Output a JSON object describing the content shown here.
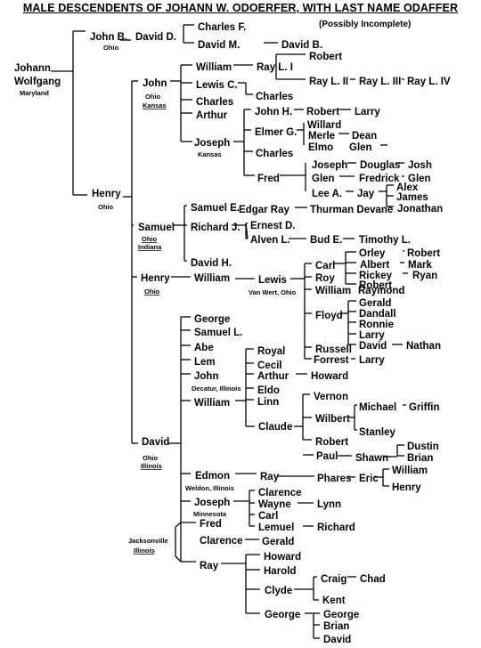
{
  "title": "MALE DESCENDENTS OF JOHANN W. ODOERFER, WITH LAST NAME ODAFFER",
  "subtitle": "(Possibly Incomplete)",
  "nodes": [
    {
      "id": "johann1",
      "text": "Johann"
    },
    {
      "id": "johann2",
      "text": "Wolfgang"
    },
    {
      "id": "johann_loc",
      "text": "Maryland",
      "style": "s"
    },
    {
      "id": "johnb",
      "text": "John B."
    },
    {
      "id": "johnb_loc",
      "text": "Ohio",
      "style": "s"
    },
    {
      "id": "davidd",
      "text": "David D."
    },
    {
      "id": "charlesf",
      "text": "Charles F."
    },
    {
      "id": "davidm",
      "text": "David M."
    },
    {
      "id": "davidb",
      "text": "David B."
    },
    {
      "id": "henry1",
      "text": "Henry"
    },
    {
      "id": "henry1_loc",
      "text": "Ohio",
      "style": "s"
    },
    {
      "id": "john2",
      "text": "John"
    },
    {
      "id": "john2_loc1",
      "text": "Ohio",
      "style": "s"
    },
    {
      "id": "john2_loc2",
      "text": "Kansas",
      "style": "su"
    },
    {
      "id": "william3",
      "text": "William"
    },
    {
      "id": "rayl1",
      "text": "Ray L. I"
    },
    {
      "id": "robert4",
      "text": "Robert"
    },
    {
      "id": "rayl2",
      "text": "Ray L. II"
    },
    {
      "id": "rayl3",
      "text": "Ray L. III"
    },
    {
      "id": "rayl4",
      "text": "Ray L. IV"
    },
    {
      "id": "lewisc",
      "text": "Lewis C."
    },
    {
      "id": "charles4",
      "text": "Charles"
    },
    {
      "id": "charles3",
      "text": "Charles"
    },
    {
      "id": "arthur3",
      "text": "Arthur"
    },
    {
      "id": "johnh",
      "text": "John H."
    },
    {
      "id": "robert5",
      "text": "Robert"
    },
    {
      "id": "larry6",
      "text": "Larry"
    },
    {
      "id": "joseph3",
      "text": "Joseph"
    },
    {
      "id": "joseph3_loc",
      "text": "Kansas",
      "style": "s"
    },
    {
      "id": "elmerg",
      "text": "Elmer G."
    },
    {
      "id": "willard",
      "text": "Willard"
    },
    {
      "id": "merle",
      "text": "Merle"
    },
    {
      "id": "dean",
      "text": "Dean"
    },
    {
      "id": "elmo",
      "text": "Elmo"
    },
    {
      "id": "glen6",
      "text": "Glen"
    },
    {
      "id": "charles4b",
      "text": "Charles"
    },
    {
      "id": "fred4",
      "text": "Fred"
    },
    {
      "id": "joseph5",
      "text": "Joseph"
    },
    {
      "id": "douglas",
      "text": "Douglas"
    },
    {
      "id": "josh",
      "text": "Josh"
    },
    {
      "id": "glen5",
      "text": "Glen"
    },
    {
      "id": "fredrick",
      "text": "Fredrick"
    },
    {
      "id": "glen7",
      "text": "Glen"
    },
    {
      "id": "leea",
      "text": "Lee A."
    },
    {
      "id": "jay",
      "text": "Jay"
    },
    {
      "id": "alex",
      "text": "Alex"
    },
    {
      "id": "james",
      "text": "James"
    },
    {
      "id": "jonathan",
      "text": "Jonathan"
    },
    {
      "id": "samuel2",
      "text": "Samuel"
    },
    {
      "id": "samuel2_loc1",
      "text": "Ohio",
      "style": "su"
    },
    {
      "id": "samuel2_loc2",
      "text": "Indiana",
      "style": "su"
    },
    {
      "id": "samuele",
      "text": "Samuel E."
    },
    {
      "id": "edgarray",
      "text": "Edgar Ray"
    },
    {
      "id": "thurman",
      "text": "Thurman Devane"
    },
    {
      "id": "richardj",
      "text": "Richard J."
    },
    {
      "id": "ernestd",
      "text": "Ernest D."
    },
    {
      "id": "alvenl",
      "text": "Alven L."
    },
    {
      "id": "bude",
      "text": "Bud E."
    },
    {
      "id": "timothyl",
      "text": "Timothy L."
    },
    {
      "id": "davidh",
      "text": "David H."
    },
    {
      "id": "henry2",
      "text": "Henry"
    },
    {
      "id": "henry2_loc",
      "text": "Ohio",
      "style": "su"
    },
    {
      "id": "william_h",
      "text": "William"
    },
    {
      "id": "lewis_h",
      "text": "Lewis"
    },
    {
      "id": "lewis_loc",
      "text": "Van Wert, Ohio",
      "style": "s"
    },
    {
      "id": "carl",
      "text": "Carl"
    },
    {
      "id": "orley",
      "text": "Orley"
    },
    {
      "id": "robert_o",
      "text": "Robert"
    },
    {
      "id": "albert",
      "text": "Albert"
    },
    {
      "id": "mark",
      "text": "Mark"
    },
    {
      "id": "roy",
      "text": "Roy"
    },
    {
      "id": "rickey",
      "text": "Rickey"
    },
    {
      "id": "ryan",
      "text": "Ryan"
    },
    {
      "id": "robert_r",
      "text": "Robert"
    },
    {
      "id": "william_r",
      "text": "William"
    },
    {
      "id": "raymond",
      "text": "Raymond"
    },
    {
      "id": "floyd",
      "text": "Floyd"
    },
    {
      "id": "gerald_f",
      "text": "Gerald"
    },
    {
      "id": "dandall",
      "text": "Dandall"
    },
    {
      "id": "ronnie",
      "text": "Ronnie"
    },
    {
      "id": "larry_f",
      "text": "Larry"
    },
    {
      "id": "david_f",
      "text": "David"
    },
    {
      "id": "nathan",
      "text": "Nathan"
    },
    {
      "id": "russell",
      "text": "Russell"
    },
    {
      "id": "forrest",
      "text": "Forrest"
    },
    {
      "id": "larry_fo",
      "text": "Larry"
    },
    {
      "id": "george_d",
      "text": "George"
    },
    {
      "id": "samuell",
      "text": "Samuel L."
    },
    {
      "id": "abe",
      "text": "Abe"
    },
    {
      "id": "lem",
      "text": "Lem"
    },
    {
      "id": "john_d",
      "text": "John"
    },
    {
      "id": "john_d_loc",
      "text": "Decatur, Illinois",
      "style": "s"
    },
    {
      "id": "william_d",
      "text": "William"
    },
    {
      "id": "royal",
      "text": "Royal"
    },
    {
      "id": "cecil",
      "text": "Cecil"
    },
    {
      "id": "arthur_w",
      "text": "Arthur"
    },
    {
      "id": "howard_a",
      "text": "Howard"
    },
    {
      "id": "eldo",
      "text": "Eldo"
    },
    {
      "id": "linn",
      "text": "Linn"
    },
    {
      "id": "claude",
      "text": "Claude"
    },
    {
      "id": "vernon",
      "text": "Vernon"
    },
    {
      "id": "wilbert",
      "text": "Wilbert"
    },
    {
      "id": "michael",
      "text": "Michael"
    },
    {
      "id": "griffin",
      "text": "Griffin"
    },
    {
      "id": "stanley",
      "text": "Stanley"
    },
    {
      "id": "robert_c",
      "text": "Robert"
    },
    {
      "id": "paul",
      "text": "Paul"
    },
    {
      "id": "shawn",
      "text": "Shawn"
    },
    {
      "id": "dustin",
      "text": "Dustin"
    },
    {
      "id": "brian_s",
      "text": "Brian"
    },
    {
      "id": "david2",
      "text": "David"
    },
    {
      "id": "david2_loc1",
      "text": "Ohio",
      "style": "s"
    },
    {
      "id": "david2_loc2",
      "text": "Illinois",
      "style": "su"
    },
    {
      "id": "edmon",
      "text": "Edmon"
    },
    {
      "id": "edmon_loc",
      "text": "Weldon, Illinois",
      "style": "s"
    },
    {
      "id": "ray_e",
      "text": "Ray"
    },
    {
      "id": "phares",
      "text": "Phares"
    },
    {
      "id": "eric",
      "text": "Eric"
    },
    {
      "id": "william_e",
      "text": "William"
    },
    {
      "id": "henry_e",
      "text": "Henry"
    },
    {
      "id": "joseph_d",
      "text": "Joseph"
    },
    {
      "id": "joseph_d_loc",
      "text": "Minnesota",
      "style": "s"
    },
    {
      "id": "clarence_j",
      "text": "Clarence"
    },
    {
      "id": "wayne",
      "text": "Wayne"
    },
    {
      "id": "lynn",
      "text": "Lynn"
    },
    {
      "id": "carl_j",
      "text": "Carl"
    },
    {
      "id": "lemuel",
      "text": "Lemuel"
    },
    {
      "id": "richard_l",
      "text": "Richard"
    },
    {
      "id": "fred_d",
      "text": "Fred"
    },
    {
      "id": "jville1",
      "text": "Jacksonville",
      "style": "s"
    },
    {
      "id": "jville2",
      "text": "Illinois",
      "style": "su"
    },
    {
      "id": "clarence_d",
      "text": "Clarence"
    },
    {
      "id": "gerald_c",
      "text": "Gerald"
    },
    {
      "id": "ray_d",
      "text": "Ray"
    },
    {
      "id": "howard_r",
      "text": "Howard"
    },
    {
      "id": "harold",
      "text": "Harold"
    },
    {
      "id": "clyde",
      "text": "Clyde"
    },
    {
      "id": "craig",
      "text": "Craig"
    },
    {
      "id": "chad",
      "text": "Chad"
    },
    {
      "id": "kent",
      "text": "Kent"
    },
    {
      "id": "george_r",
      "text": "George"
    },
    {
      "id": "george_g",
      "text": "George"
    },
    {
      "id": "brian_g",
      "text": "Brian"
    },
    {
      "id": "david_g",
      "text": "David"
    }
  ]
}
